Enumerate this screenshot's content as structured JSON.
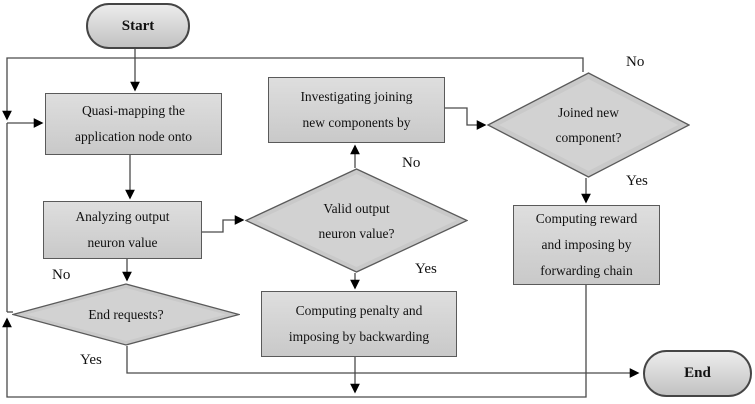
{
  "nodes": {
    "start": {
      "label": "Start"
    },
    "quasi_mapping": {
      "line1": "Quasi-mapping the",
      "line2": "application node onto"
    },
    "analyzing": {
      "line1": "Analyzing output",
      "line2": "neuron value"
    },
    "investigating": {
      "line1": "Investigating joining",
      "line2": "new components by"
    },
    "valid_output": {
      "line1": "Valid output",
      "line2": "neuron value?"
    },
    "joined_new": {
      "line1": "Joined new",
      "line2": "component?"
    },
    "end_requests": {
      "line1": "End requests?"
    },
    "computing_penalty": {
      "line1": "Computing penalty and",
      "line2": "imposing by backwarding"
    },
    "computing_reward": {
      "line1": "Computing reward",
      "line2": "and imposing by",
      "line3": "forwarding chain"
    },
    "end": {
      "label": "End"
    }
  },
  "edge_labels": {
    "valid_no": "No",
    "valid_yes": "Yes",
    "joined_no": "No",
    "joined_yes": "Yes",
    "end_requests_no": "No",
    "end_requests_yes": "Yes"
  },
  "colors": {
    "fill_light": "#dedede",
    "fill_dark": "#c9c9c9",
    "shape_border": "#5a5a5a",
    "terminal_light": "#ececec",
    "terminal_dark": "#c2c2c2",
    "terminal_border": "#454545",
    "line": "#4a4a4a",
    "arrow": "#000000"
  }
}
